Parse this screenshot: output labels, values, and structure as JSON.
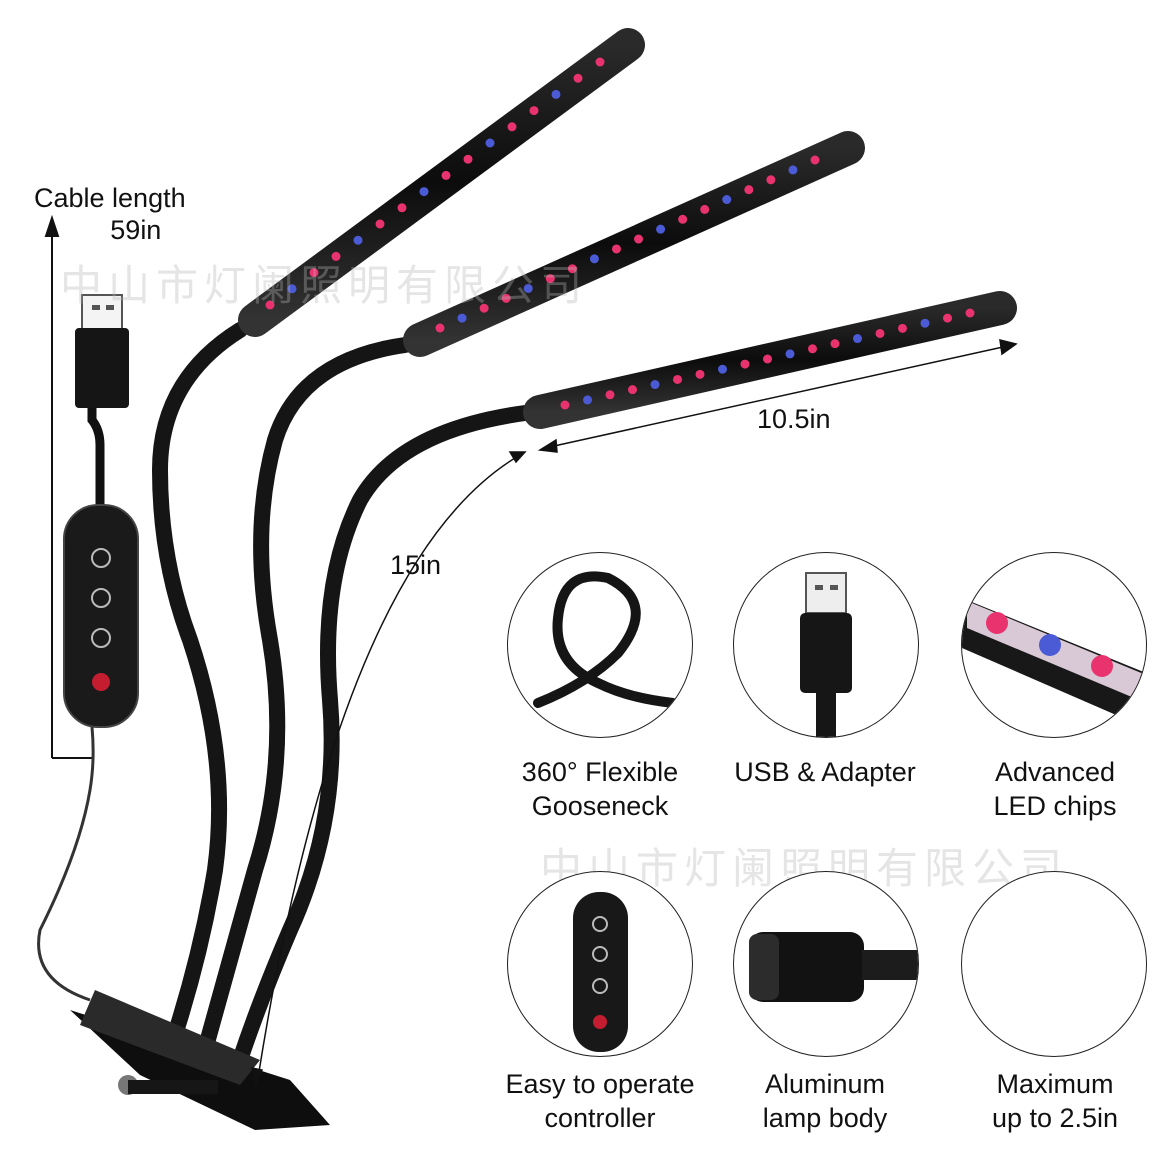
{
  "dimensions": {
    "cable_length": [
      "Cable  length",
      "59in"
    ],
    "arm_length": "15in",
    "bar_length": "10.5in"
  },
  "watermark": "中山市灯阑照明有限公司",
  "features": [
    {
      "line1": "360° Flexible",
      "line2": "Gooseneck",
      "icon": "gooseneck-icon"
    },
    {
      "line1": "USB & Adapter",
      "line2": "",
      "icon": "usb-plug-icon"
    },
    {
      "line1": "Advanced",
      "line2": "LED chips",
      "icon": "led-chips-icon"
    },
    {
      "line1": "Easy to operate",
      "line2": "controller",
      "icon": "controller-icon"
    },
    {
      "line1": "Aluminum",
      "line2": "lamp body",
      "icon": "lamp-body-icon"
    },
    {
      "line1": "Maximum",
      "line2": "up to 2.5in",
      "icon": "empty-circle"
    }
  ],
  "colors": {
    "led_red": "#e8336e",
    "led_blue": "#4b5bd6",
    "body": "#111111"
  }
}
